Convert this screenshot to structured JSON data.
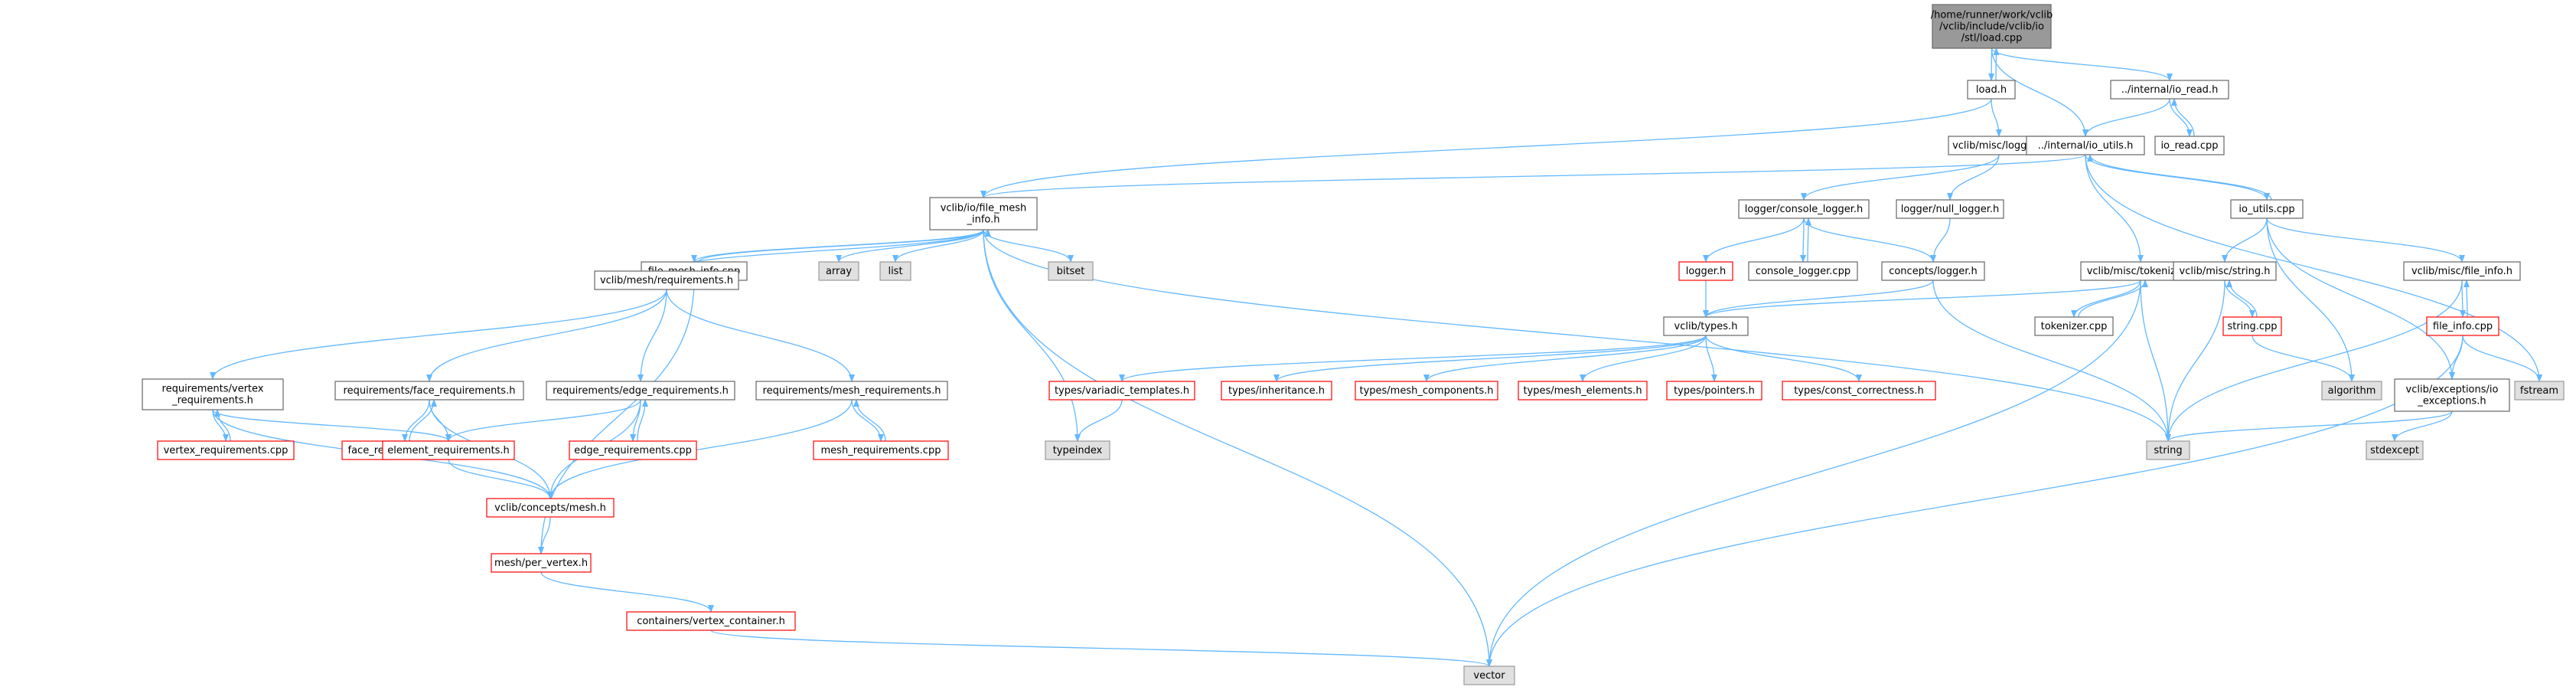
{
  "colors": {
    "edge": "#63b8ff",
    "root_fill": "#999999",
    "root_border": "#666666",
    "normal_border": "#666666",
    "red_border": "#ff0000",
    "external_fill": "#e0e0e0",
    "external_border": "#999999",
    "text": "#000000"
  },
  "nodes": [
    {
      "id": "root",
      "kind": "root",
      "lines": [
        "/home/runner/work/vclib",
        "/vclib/include/vclib/io",
        "/stl/load.cpp"
      ]
    },
    {
      "id": "load_h",
      "kind": "normal",
      "lines": [
        "load.h"
      ]
    },
    {
      "id": "internal_io_read_h",
      "kind": "normal",
      "lines": [
        "../internal/io_read.h"
      ]
    },
    {
      "id": "io_read_cpp",
      "kind": "normal",
      "lines": [
        "io_read.cpp"
      ]
    },
    {
      "id": "misc_logger_h",
      "kind": "normal",
      "lines": [
        "vclib/misc/logger.h"
      ]
    },
    {
      "id": "internal_io_utils_h",
      "kind": "normal",
      "lines": [
        "../internal/io_utils.h"
      ]
    },
    {
      "id": "file_mesh_info_h",
      "kind": "normal",
      "lines": [
        "vclib/io/file_mesh",
        "_info.h"
      ]
    },
    {
      "id": "logger_console_logger_h",
      "kind": "normal",
      "lines": [
        "logger/console_logger.h"
      ]
    },
    {
      "id": "logger_null_logger_h",
      "kind": "normal",
      "lines": [
        "logger/null_logger.h"
      ]
    },
    {
      "id": "io_utils_cpp",
      "kind": "normal",
      "lines": [
        "io_utils.cpp"
      ]
    },
    {
      "id": "file_mesh_info_cpp",
      "kind": "normal",
      "lines": [
        "file_mesh_info.cpp"
      ]
    },
    {
      "id": "array",
      "kind": "external",
      "lines": [
        "array"
      ]
    },
    {
      "id": "list",
      "kind": "external",
      "lines": [
        "list"
      ]
    },
    {
      "id": "bitset",
      "kind": "external",
      "lines": [
        "bitset"
      ]
    },
    {
      "id": "logger_h",
      "kind": "red",
      "lines": [
        "logger.h"
      ]
    },
    {
      "id": "console_logger_cpp",
      "kind": "normal",
      "lines": [
        "console_logger.cpp"
      ]
    },
    {
      "id": "concepts_logger_h",
      "kind": "normal",
      "lines": [
        "concepts/logger.h"
      ]
    },
    {
      "id": "misc_tokenizer_h",
      "kind": "normal",
      "lines": [
        "vclib/misc/tokenizer.h"
      ]
    },
    {
      "id": "misc_string_h",
      "kind": "normal",
      "lines": [
        "vclib/misc/string.h"
      ]
    },
    {
      "id": "misc_file_info_h",
      "kind": "normal",
      "lines": [
        "vclib/misc/file_info.h"
      ]
    },
    {
      "id": "mesh_requirements_h",
      "kind": "normal",
      "lines": [
        "vclib/mesh/requirements.h"
      ]
    },
    {
      "id": "tokenizer_cpp",
      "kind": "normal",
      "lines": [
        "tokenizer.cpp"
      ]
    },
    {
      "id": "string_cpp",
      "kind": "red",
      "lines": [
        "string.cpp"
      ]
    },
    {
      "id": "file_info_cpp",
      "kind": "red",
      "lines": [
        "file_info.cpp"
      ]
    },
    {
      "id": "vclib_types_h",
      "kind": "normal",
      "lines": [
        "vclib/types.h"
      ]
    },
    {
      "id": "req_vertex_requirements_h",
      "kind": "normal",
      "lines": [
        "requirements/vertex",
        "_requirements.h"
      ]
    },
    {
      "id": "req_face_requirements_h",
      "kind": "normal",
      "lines": [
        "requirements/face_requirements.h"
      ]
    },
    {
      "id": "req_edge_requirements_h",
      "kind": "normal",
      "lines": [
        "requirements/edge_requirements.h"
      ]
    },
    {
      "id": "req_mesh_requirements_h",
      "kind": "normal",
      "lines": [
        "requirements/mesh_requirements.h"
      ]
    },
    {
      "id": "types_variadic_templates_h",
      "kind": "red",
      "lines": [
        "types/variadic_templates.h"
      ]
    },
    {
      "id": "types_inheritance_h",
      "kind": "red",
      "lines": [
        "types/inheritance.h"
      ]
    },
    {
      "id": "types_mesh_components_h",
      "kind": "red",
      "lines": [
        "types/mesh_components.h"
      ]
    },
    {
      "id": "types_mesh_elements_h",
      "kind": "red",
      "lines": [
        "types/mesh_elements.h"
      ]
    },
    {
      "id": "types_pointers_h",
      "kind": "red",
      "lines": [
        "types/pointers.h"
      ]
    },
    {
      "id": "types_const_correctness_h",
      "kind": "red",
      "lines": [
        "types/const_correctness.h"
      ]
    },
    {
      "id": "algorithm",
      "kind": "external",
      "lines": [
        "algorithm"
      ]
    },
    {
      "id": "exceptions_io_exceptions_h",
      "kind": "normal",
      "lines": [
        "vclib/exceptions/io",
        "_exceptions.h"
      ]
    },
    {
      "id": "fstream",
      "kind": "external",
      "lines": [
        "fstream"
      ]
    },
    {
      "id": "vertex_requirements_cpp",
      "kind": "red",
      "lines": [
        "vertex_requirements.cpp"
      ]
    },
    {
      "id": "face_requirements_cpp",
      "kind": "red",
      "lines": [
        "face_requirements.cpp"
      ]
    },
    {
      "id": "element_requirements_h",
      "kind": "red",
      "lines": [
        "element_requirements.h"
      ]
    },
    {
      "id": "edge_requirements_cpp",
      "kind": "red",
      "lines": [
        "edge_requirements.cpp"
      ]
    },
    {
      "id": "mesh_requirements_cpp",
      "kind": "red",
      "lines": [
        "mesh_requirements.cpp"
      ]
    },
    {
      "id": "typeindex",
      "kind": "external",
      "lines": [
        "typeindex"
      ]
    },
    {
      "id": "string",
      "kind": "external",
      "lines": [
        "string"
      ]
    },
    {
      "id": "stdexcept",
      "kind": "external",
      "lines": [
        "stdexcept"
      ]
    },
    {
      "id": "concepts_mesh_h",
      "kind": "red",
      "lines": [
        "vclib/concepts/mesh.h"
      ]
    },
    {
      "id": "mesh_per_vertex_h",
      "kind": "red",
      "lines": [
        "mesh/per_vertex.h"
      ]
    },
    {
      "id": "containers_vertex_container_h",
      "kind": "red",
      "lines": [
        "containers/vertex_container.h"
      ]
    },
    {
      "id": "vector",
      "kind": "external",
      "lines": [
        "vector"
      ]
    }
  ],
  "edges": [
    [
      "root",
      "load_h"
    ],
    [
      "load_h",
      "root"
    ],
    [
      "root",
      "internal_io_read_h"
    ],
    [
      "root",
      "internal_io_utils_h"
    ],
    [
      "internal_io_read_h",
      "io_read_cpp"
    ],
    [
      "io_read_cpp",
      "internal_io_read_h"
    ],
    [
      "internal_io_read_h",
      "internal_io_utils_h"
    ],
    [
      "load_h",
      "misc_logger_h"
    ],
    [
      "load_h",
      "file_mesh_info_h"
    ],
    [
      "misc_logger_h",
      "logger_console_logger_h"
    ],
    [
      "misc_logger_h",
      "logger_null_logger_h"
    ],
    [
      "internal_io_utils_h",
      "file_mesh_info_h"
    ],
    [
      "internal_io_utils_h",
      "io_utils_cpp"
    ],
    [
      "io_utils_cpp",
      "internal_io_utils_h"
    ],
    [
      "internal_io_utils_h",
      "misc_tokenizer_h"
    ],
    [
      "internal_io_utils_h",
      "fstream"
    ],
    [
      "file_mesh_info_h",
      "file_mesh_info_cpp"
    ],
    [
      "file_mesh_info_cpp",
      "file_mesh_info_h"
    ],
    [
      "file_mesh_info_h",
      "array"
    ],
    [
      "file_mesh_info_h",
      "list"
    ],
    [
      "file_mesh_info_h",
      "bitset"
    ],
    [
      "file_mesh_info_h",
      "mesh_requirements_h"
    ],
    [
      "file_mesh_info_h",
      "typeindex"
    ],
    [
      "file_mesh_info_h",
      "string"
    ],
    [
      "file_mesh_info_h",
      "vector"
    ],
    [
      "file_mesh_info_cpp",
      "mesh_requirements_h"
    ],
    [
      "file_mesh_info_cpp",
      "mesh_per_vertex_h"
    ],
    [
      "logger_console_logger_h",
      "logger_h"
    ],
    [
      "logger_console_logger_h",
      "console_logger_cpp"
    ],
    [
      "console_logger_cpp",
      "logger_console_logger_h"
    ],
    [
      "logger_console_logger_h",
      "concepts_logger_h"
    ],
    [
      "logger_null_logger_h",
      "concepts_logger_h"
    ],
    [
      "logger_h",
      "vclib_types_h"
    ],
    [
      "concepts_logger_h",
      "vclib_types_h"
    ],
    [
      "concepts_logger_h",
      "string"
    ],
    [
      "io_utils_cpp",
      "misc_string_h"
    ],
    [
      "io_utils_cpp",
      "misc_file_info_h"
    ],
    [
      "io_utils_cpp",
      "algorithm"
    ],
    [
      "io_utils_cpp",
      "exceptions_io_exceptions_h"
    ],
    [
      "misc_tokenizer_h",
      "tokenizer_cpp"
    ],
    [
      "tokenizer_cpp",
      "misc_tokenizer_h"
    ],
    [
      "misc_tokenizer_h",
      "vclib_types_h"
    ],
    [
      "misc_tokenizer_h",
      "string"
    ],
    [
      "misc_tokenizer_h",
      "vector"
    ],
    [
      "misc_string_h",
      "string_cpp"
    ],
    [
      "string_cpp",
      "misc_string_h"
    ],
    [
      "misc_string_h",
      "string"
    ],
    [
      "string_cpp",
      "algorithm"
    ],
    [
      "misc_file_info_h",
      "file_info_cpp"
    ],
    [
      "file_info_cpp",
      "misc_file_info_h"
    ],
    [
      "misc_file_info_h",
      "string"
    ],
    [
      "file_info_cpp",
      "exceptions_io_exceptions_h"
    ],
    [
      "file_info_cpp",
      "fstream"
    ],
    [
      "file_info_cpp",
      "vector"
    ],
    [
      "exceptions_io_exceptions_h",
      "stdexcept"
    ],
    [
      "exceptions_io_exceptions_h",
      "string"
    ],
    [
      "mesh_requirements_h",
      "req_vertex_requirements_h"
    ],
    [
      "mesh_requirements_h",
      "req_face_requirements_h"
    ],
    [
      "mesh_requirements_h",
      "req_edge_requirements_h"
    ],
    [
      "mesh_requirements_h",
      "req_mesh_requirements_h"
    ],
    [
      "vclib_types_h",
      "types_variadic_templates_h"
    ],
    [
      "vclib_types_h",
      "types_inheritance_h"
    ],
    [
      "vclib_types_h",
      "types_mesh_components_h"
    ],
    [
      "vclib_types_h",
      "types_mesh_elements_h"
    ],
    [
      "vclib_types_h",
      "types_pointers_h"
    ],
    [
      "vclib_types_h",
      "types_const_correctness_h"
    ],
    [
      "types_variadic_templates_h",
      "typeindex"
    ],
    [
      "req_vertex_requirements_h",
      "vertex_requirements_cpp"
    ],
    [
      "vertex_requirements_cpp",
      "req_vertex_requirements_h"
    ],
    [
      "req_vertex_requirements_h",
      "element_requirements_h"
    ],
    [
      "req_vertex_requirements_h",
      "concepts_mesh_h"
    ],
    [
      "req_face_requirements_h",
      "face_requirements_cpp"
    ],
    [
      "face_requirements_cpp",
      "req_face_requirements_h"
    ],
    [
      "req_face_requirements_h",
      "element_requirements_h"
    ],
    [
      "req_face_requirements_h",
      "concepts_mesh_h"
    ],
    [
      "req_edge_requirements_h",
      "edge_requirements_cpp"
    ],
    [
      "edge_requirements_cpp",
      "req_edge_requirements_h"
    ],
    [
      "req_edge_requirements_h",
      "element_requirements_h"
    ],
    [
      "req_edge_requirements_h",
      "concepts_mesh_h"
    ],
    [
      "req_mesh_requirements_h",
      "mesh_requirements_cpp"
    ],
    [
      "mesh_requirements_cpp",
      "req_mesh_requirements_h"
    ],
    [
      "req_mesh_requirements_h",
      "concepts_mesh_h"
    ],
    [
      "element_requirements_h",
      "concepts_mesh_h"
    ],
    [
      "concepts_mesh_h",
      "mesh_per_vertex_h"
    ],
    [
      "mesh_per_vertex_h",
      "containers_vertex_container_h"
    ],
    [
      "containers_vertex_container_h",
      "vector"
    ]
  ]
}
